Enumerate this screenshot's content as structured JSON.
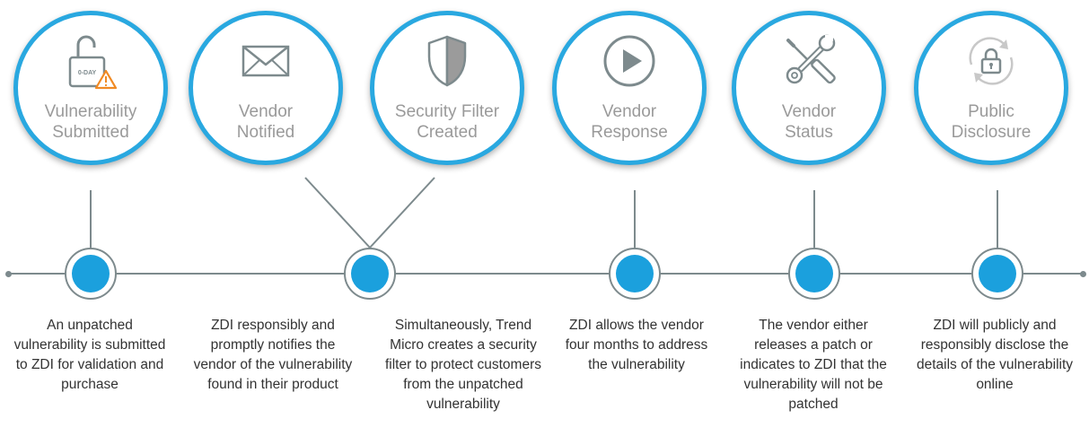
{
  "steps": [
    {
      "title_line1": "Vulnerability",
      "title_line2": "Submitted",
      "icon": "unlocked-padlock-zero-day-icon",
      "icon_label": "0-DAY",
      "description": "An unpatched vulnerability is submitted to ZDI for validation and purchase"
    },
    {
      "title_line1": "Vendor",
      "title_line2": "Notified",
      "icon": "envelope-icon",
      "description": "ZDI responsibly and promptly notifies the vendor of the vulnerability found in their product"
    },
    {
      "title_line1": "Security Filter",
      "title_line2": "Created",
      "icon": "shield-icon",
      "description": "Simultaneously, Trend Micro creates a security filter to protect customers from the unpatched vulnerability"
    },
    {
      "title_line1": "Vendor",
      "title_line2": "Response",
      "icon": "play-button-icon",
      "description": "ZDI allows the vendor four months to address the vulnerability"
    },
    {
      "title_line1": "Vendor",
      "title_line2": "Status",
      "icon": "wrench-screwdriver-icon",
      "description": "The vendor either releases a patch or indicates to ZDI that the vulnerability will not be patched"
    },
    {
      "title_line1": "Public",
      "title_line2": "Disclosure",
      "icon": "lock-refresh-icon",
      "description": "ZDI will publicly and responsibly disclose the details of the vulnerability online"
    }
  ],
  "colors": {
    "accent": "#29a8e0",
    "node_fill": "#1ba0dd",
    "line": "#7d8a8d",
    "title_text": "#9a9a9a",
    "body_text": "#333333",
    "warning": "#f08a24"
  }
}
